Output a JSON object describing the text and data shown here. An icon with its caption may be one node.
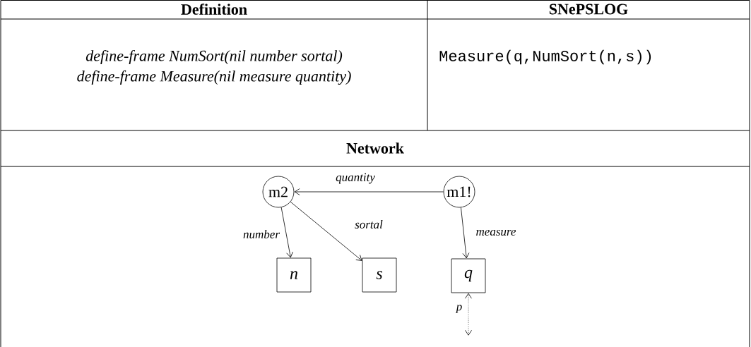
{
  "diagram": {
    "nodes": [
      {
        "text": [
          "m2"
        ]
      },
      {
        "text": [
          "m1!"
        ]
      },
      {
        "text": [
          "n"
        ]
      },
      {
        "text": [
          "s"
        ]
      },
      {
        "text": [
          "q"
        ]
      }
    ],
    "edges": [
      {
        "from": 1,
        "to": 0,
        "arrow": "to",
        "label": "quantity"
      },
      {
        "from": 0,
        "to": 2,
        "arrow": "to",
        "label": "number"
      },
      {
        "from": 0,
        "to": 3,
        "arrow": "to",
        "label": "sortal"
      },
      {
        "from": 1,
        "to": 4,
        "arrow": "to",
        "label": "measure"
      },
      {
        "from": null,
        "to": 4,
        "arrow": "both",
        "label": "p",
        "style": "dashed"
      }
    ],
    "labels": [
      "Definition",
      "SNePSLOG",
      "define-frame NumSort(nil number sortal)",
      "Measure(q,NumSort(n,s))",
      "define-frame Measure(nil measure quantity)",
      "Network"
    ]
  }
}
